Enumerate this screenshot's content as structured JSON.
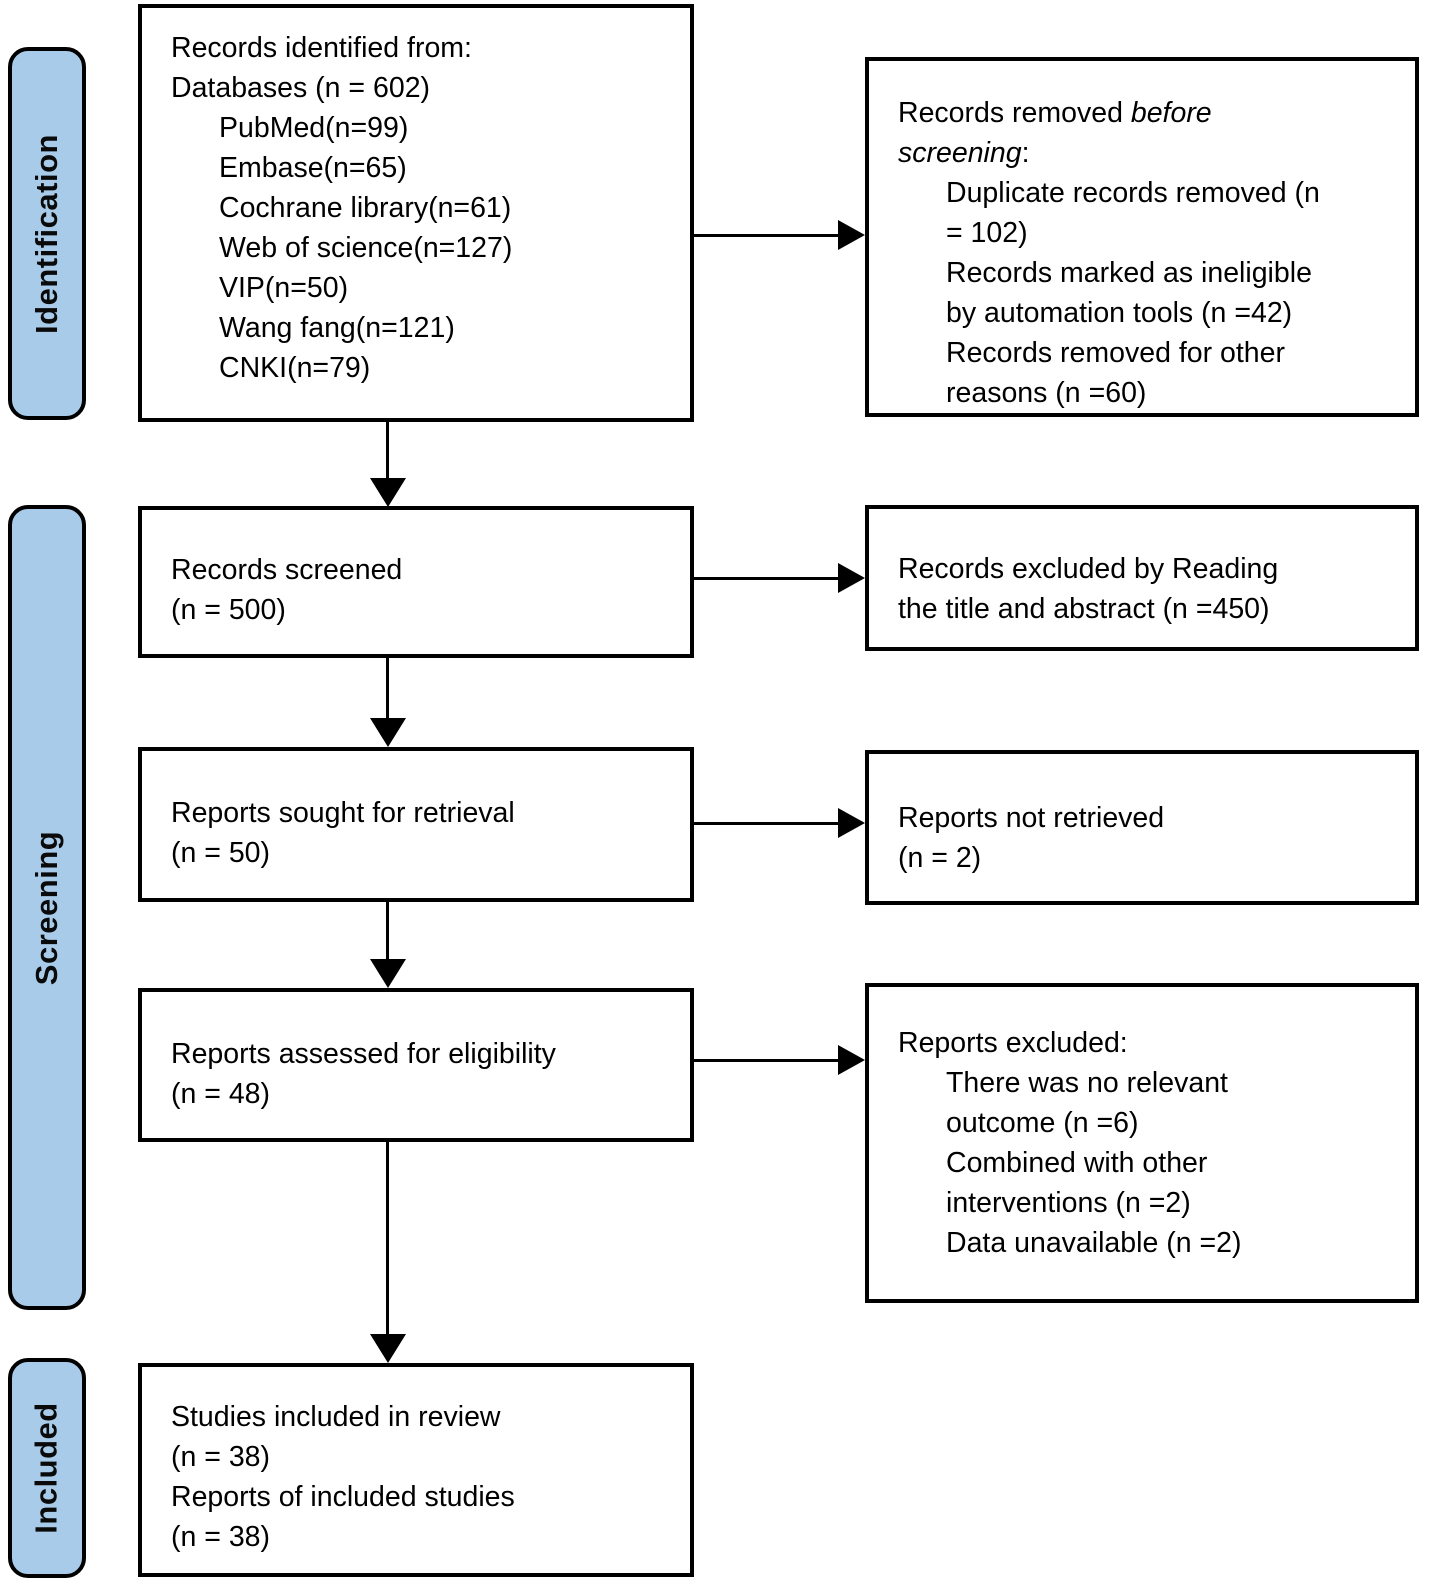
{
  "figure": {
    "type": "prisma-flow-diagram",
    "colors": {
      "stage_fill": "#a9cbea",
      "box_fill": "#ffffff",
      "border": "#000000",
      "text": "#000000"
    },
    "stages": [
      {
        "id": "identification",
        "label": "Identification"
      },
      {
        "id": "screening",
        "label": "Screening"
      },
      {
        "id": "included",
        "label": "Included"
      }
    ],
    "boxes": {
      "identified": {
        "lines": [
          {
            "indent": 0,
            "segments": [
              {
                "t": "Records identified from:"
              }
            ]
          },
          {
            "indent": 0,
            "segments": [
              {
                "t": "Databases (n = 602)"
              }
            ]
          },
          {
            "indent": 1,
            "segments": [
              {
                "t": "PubMed(n=99)"
              }
            ]
          },
          {
            "indent": 1,
            "segments": [
              {
                "t": "Embase(n=65)"
              }
            ]
          },
          {
            "indent": 1,
            "segments": [
              {
                "t": "Cochrane library(n=61)"
              }
            ]
          },
          {
            "indent": 1,
            "segments": [
              {
                "t": "Web of science(n=127)"
              }
            ]
          },
          {
            "indent": 1,
            "segments": [
              {
                "t": "VIP(n=50)"
              }
            ]
          },
          {
            "indent": 1,
            "segments": [
              {
                "t": "Wang fang(n=121)"
              }
            ]
          },
          {
            "indent": 1,
            "segments": [
              {
                "t": "CNKI(n=79)"
              }
            ]
          }
        ]
      },
      "removed_before_screening": {
        "lines": [
          {
            "indent": 0,
            "segments": [
              {
                "t": "Records removed "
              },
              {
                "t": "before",
                "i": true
              }
            ]
          },
          {
            "indent": 0,
            "segments": [
              {
                "t": "screening",
                "i": true
              },
              {
                "t": ":"
              }
            ]
          },
          {
            "indent": 1,
            "segments": [
              {
                "t": "Duplicate records removed (n"
              }
            ]
          },
          {
            "indent": 1,
            "segments": [
              {
                "t": "= 102)"
              }
            ]
          },
          {
            "indent": 1,
            "segments": [
              {
                "t": "Records marked as ineligible"
              }
            ]
          },
          {
            "indent": 1,
            "segments": [
              {
                "t": "by automation tools (n =42)"
              }
            ]
          },
          {
            "indent": 1,
            "segments": [
              {
                "t": "Records removed for other"
              }
            ]
          },
          {
            "indent": 1,
            "segments": [
              {
                "t": "reasons (n =60)"
              }
            ]
          }
        ]
      },
      "screened": {
        "lines": [
          {
            "indent": 0,
            "segments": [
              {
                "t": "Records screened"
              }
            ]
          },
          {
            "indent": 0,
            "segments": [
              {
                "t": "(n = 500)"
              }
            ]
          }
        ]
      },
      "excluded_by_reading": {
        "lines": [
          {
            "indent": 0,
            "segments": [
              {
                "t": "Records excluded by Reading"
              }
            ]
          },
          {
            "indent": 0,
            "segments": [
              {
                "t": "the title and abstract (n =450)"
              }
            ]
          }
        ]
      },
      "sought_for_retrieval": {
        "lines": [
          {
            "indent": 0,
            "segments": [
              {
                "t": "Reports sought for retrieval"
              }
            ]
          },
          {
            "indent": 0,
            "segments": [
              {
                "t": "(n = 50)"
              }
            ]
          }
        ]
      },
      "not_retrieved": {
        "lines": [
          {
            "indent": 0,
            "segments": [
              {
                "t": "Reports not retrieved"
              }
            ]
          },
          {
            "indent": 0,
            "segments": [
              {
                "t": "(n = 2)"
              }
            ]
          }
        ]
      },
      "assessed_for_eligibility": {
        "lines": [
          {
            "indent": 0,
            "segments": [
              {
                "t": "Reports assessed for eligibility"
              }
            ]
          },
          {
            "indent": 0,
            "segments": [
              {
                "t": "(n = 48)"
              }
            ]
          }
        ]
      },
      "reports_excluded": {
        "lines": [
          {
            "indent": 0,
            "segments": [
              {
                "t": "Reports excluded:"
              }
            ]
          },
          {
            "indent": 1,
            "segments": [
              {
                "t": "There was no relevant"
              }
            ]
          },
          {
            "indent": 1,
            "segments": [
              {
                "t": "outcome (n =6)"
              }
            ]
          },
          {
            "indent": 1,
            "segments": [
              {
                "t": "Combined with other"
              }
            ]
          },
          {
            "indent": 1,
            "segments": [
              {
                "t": "interventions (n =2)"
              }
            ]
          },
          {
            "indent": 1,
            "segments": [
              {
                "t": "Data unavailable (n =2)"
              }
            ]
          }
        ]
      },
      "included_in_review": {
        "lines": [
          {
            "indent": 0,
            "segments": [
              {
                "t": "Studies included in review"
              }
            ]
          },
          {
            "indent": 0,
            "segments": [
              {
                "t": "(n = 38)"
              }
            ]
          },
          {
            "indent": 0,
            "segments": [
              {
                "t": "Reports of included studies"
              }
            ]
          },
          {
            "indent": 0,
            "segments": [
              {
                "t": "(n = 38)"
              }
            ]
          }
        ]
      }
    }
  }
}
